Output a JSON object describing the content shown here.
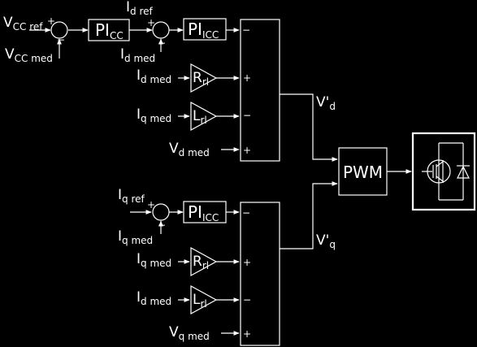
{
  "colors": {
    "background": "#000000",
    "foreground": "#ffffff"
  },
  "signals": {
    "vcc_ref": {
      "main": "V",
      "sub": "CC ref"
    },
    "vcc_med": {
      "main": "V",
      "sub": "CC med"
    },
    "id_ref": {
      "main": "I",
      "sub": "d ref"
    },
    "id_med_top": {
      "main": "I",
      "sub": "d med"
    },
    "id_med_r": {
      "main": "I",
      "sub": "d med"
    },
    "iq_med_l": {
      "main": "I",
      "sub": "q med"
    },
    "vd_med": {
      "main": "V",
      "sub": "d med"
    },
    "iq_ref": {
      "main": "I",
      "sub": "q ref"
    },
    "iq_med_bottom": {
      "main": "I",
      "sub": "q med"
    },
    "iq_med_r": {
      "main": "I",
      "sub": "q med"
    },
    "id_med_l": {
      "main": "I",
      "sub": "d med"
    },
    "vq_med": {
      "main": "V",
      "sub": "q med"
    },
    "vd_prime": {
      "main": "V'",
      "sub": "d"
    },
    "vq_prime": {
      "main": "V'",
      "sub": "q"
    }
  },
  "blocks": {
    "pi_cc": {
      "main": "PI",
      "sub": "CC"
    },
    "pi_icc_d": {
      "main": "PI",
      "sub": "ICC"
    },
    "pi_icc_q": {
      "main": "PI",
      "sub": "ICC"
    },
    "gain_r_d": {
      "main": "R",
      "sub": "rl"
    },
    "gain_l_d": {
      "main": "L",
      "sub": "rl"
    },
    "gain_r_q": {
      "main": "R",
      "sub": "rl"
    },
    "gain_l_q": {
      "main": "L",
      "sub": "rl"
    },
    "pwm": "PWM"
  },
  "signs": {
    "plus": "+",
    "minus": "−"
  },
  "icons": {
    "inverter": "igbt-with-diode-icon",
    "summing_junction": "summing-junction-icon",
    "gain": "triangle-gain-icon"
  }
}
